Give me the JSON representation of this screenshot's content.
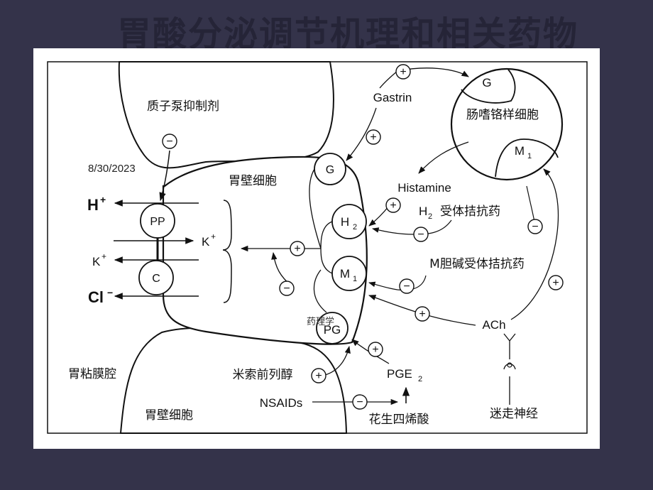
{
  "slide": {
    "title": "胃酸分泌调节机理和相关药物",
    "date": "8/30/2023",
    "watermark": "药理学"
  },
  "diagram": {
    "labels": {
      "ppi": "质子泵抑制剂",
      "parietal_top": "胃壁细胞",
      "parietal_bottom": "胃壁细胞",
      "lumen": "胃粘膜腔",
      "ecl_cell": "肠嗜铬样细胞",
      "gastrin": "Gastrin",
      "histamine": "Histamine",
      "h2_antagonist_h": "H",
      "h2_antagonist_sub": "2",
      "h2_antagonist_rest": "受体拮抗药",
      "m_antagonist": "M胆碱受体拮抗药",
      "ach": "ACh",
      "vagus": "迷走神经",
      "misoprostol": "米索前列醇",
      "nsaids": "NSAIDs",
      "pge2_main": "PGE",
      "pge2_sub": "2",
      "arachidonic": "花生四烯酸",
      "h_plus": "H",
      "k_plus_right": "K",
      "k_plus_left": "K",
      "cl_minus": "Cl",
      "pp": "PP",
      "c": "C",
      "receptor_g": "G",
      "receptor_h2_main": "H",
      "receptor_h2_sub": "2",
      "receptor_m1_main": "M",
      "receptor_m1_sub": "1",
      "receptor_pg": "PG",
      "ecl_g": "G",
      "ecl_m1_main": "M",
      "ecl_m1_sub": "1",
      "plus": "+",
      "minus": "−"
    }
  }
}
